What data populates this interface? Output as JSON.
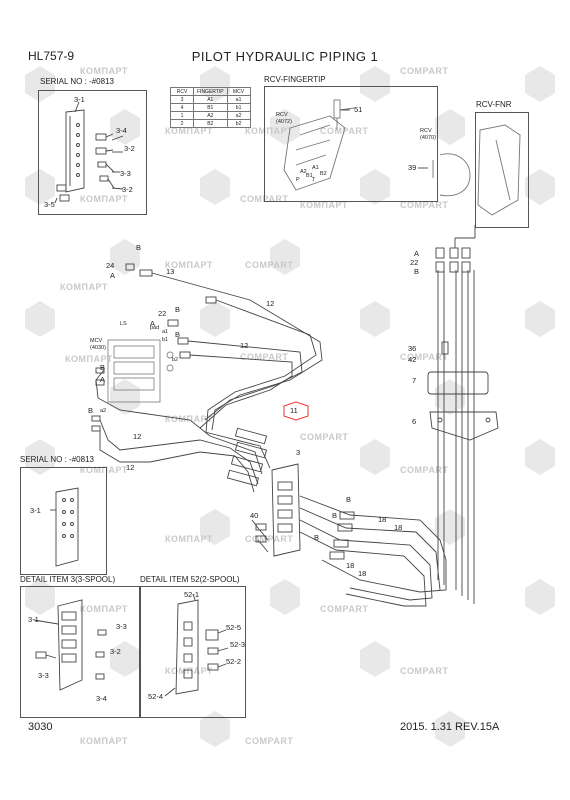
{
  "header": {
    "model": "HL757-9",
    "title": "PILOT HYDRAULIC PIPING 1"
  },
  "sections": {
    "serial_top": "SERIAL NO : -#0813",
    "rcv_fingertip": "RCV-FINGERTIP",
    "rcv_fnr": "RCV-FNR",
    "serial_bottom": "SERIAL NO : -#0813",
    "detail_3": "DETAIL ITEM 3(3-SPOOL)",
    "detail_52": "DETAIL ITEM 52(2-SPOOL)"
  },
  "rcv_table": {
    "headers": [
      "RCV",
      "FINGERTIP",
      "MCV"
    ],
    "rows": [
      [
        "3",
        "A1",
        "a1"
      ],
      [
        "4",
        "B1",
        "b1"
      ],
      [
        "1",
        "A2",
        "a2"
      ],
      [
        "2",
        "B2",
        "b2"
      ]
    ]
  },
  "labels": {
    "rcv_4072": "RCV\n(4072)",
    "rcv_4070": "RCV\n(4070)",
    "mcv_4030": "MCV\n(4030)",
    "ls": "LS",
    "pad": "pad"
  },
  "callouts": {
    "c31_top": "3-1",
    "c34_top": "3-4",
    "c32_top": "3-2",
    "c33_top": "3-3",
    "c32b_top": "3-2",
    "c35_top": "3-5",
    "c51": "51",
    "c39": "39",
    "a_b1": "B",
    "c24": "24",
    "a_a1": "A",
    "c13": "13",
    "a_b2": "B",
    "c22a": "22",
    "a_a2": "A",
    "a_b3": "B",
    "c12a": "12",
    "c12b": "12",
    "a_a1s": "a1",
    "a_b1s": "b1",
    "a_b2s": "b2",
    "a_b4": "B",
    "a_a3": "A",
    "a_B5": "B",
    "a_a2s": "a2",
    "c12c": "12",
    "c12d": "12",
    "c11": "11",
    "c3": "3",
    "c40": "40",
    "a_B6": "B",
    "a_B7": "B",
    "a_B8": "B",
    "c18a": "18",
    "c18b": "18",
    "c18c": "18",
    "c18d": "18",
    "a_A9": "A",
    "c22b": "22",
    "a_B9": "B",
    "c36": "36",
    "c42": "42",
    "c7": "7",
    "c6": "6",
    "c31_mid": "3-1",
    "c31_d": "3-1",
    "c33_d": "3-3",
    "c32_d": "3-2",
    "c33b_d": "3-3",
    "c34_d": "3-4",
    "c521": "52-1",
    "c525": "52-5",
    "c523": "52-3",
    "c522": "52-2",
    "c524": "52-4"
  },
  "rcv_fingertip_letters": {
    "a1": "A1",
    "b1": "B1",
    "a2": "A2",
    "b2": "B2",
    "p": "P",
    "t": "T"
  },
  "watermarks": [
    "КОМПАРТ",
    "COMPART"
  ],
  "footer": {
    "page_number": "3030",
    "revision": "2015. 1.31  REV.15A"
  }
}
